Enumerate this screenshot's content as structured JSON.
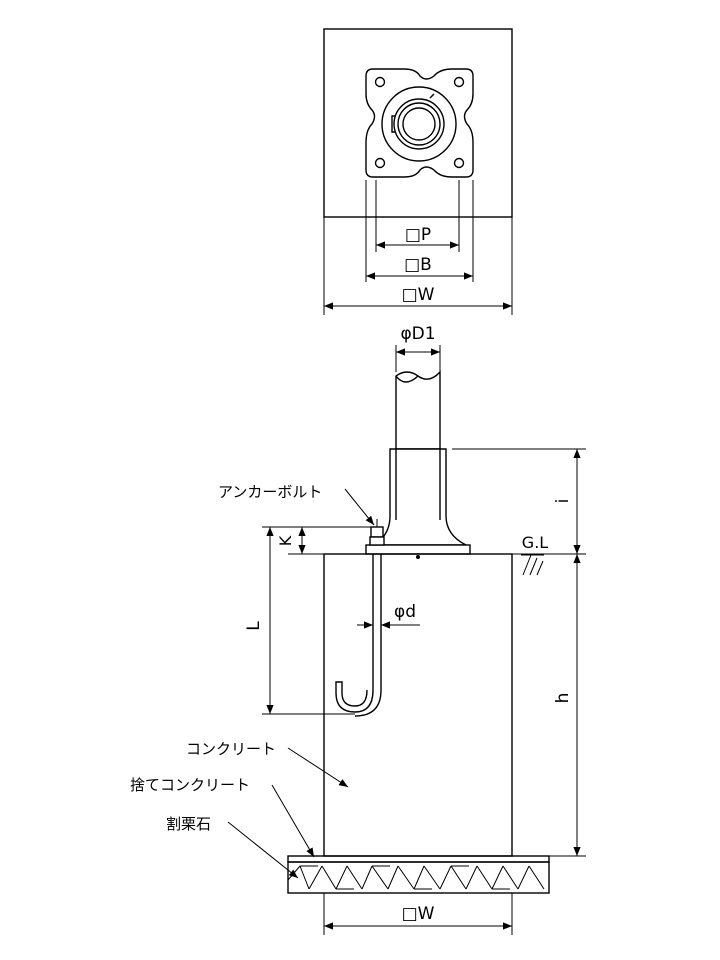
{
  "labels": {
    "dim_p": "□P",
    "dim_b": "□B",
    "dim_w_top": "□W",
    "dim_d1": "φD1",
    "anchor_bolt": "アンカーボルト",
    "dim_k": "K",
    "dim_l": "L",
    "dim_d": "φd",
    "gl": "G.L",
    "dim_i": "i",
    "dim_h": "h",
    "concrete": "コンクリート",
    "lean_concrete": "捨てコンクリート",
    "crushed_stone": "割栗石",
    "dim_w_bottom": "□W"
  }
}
